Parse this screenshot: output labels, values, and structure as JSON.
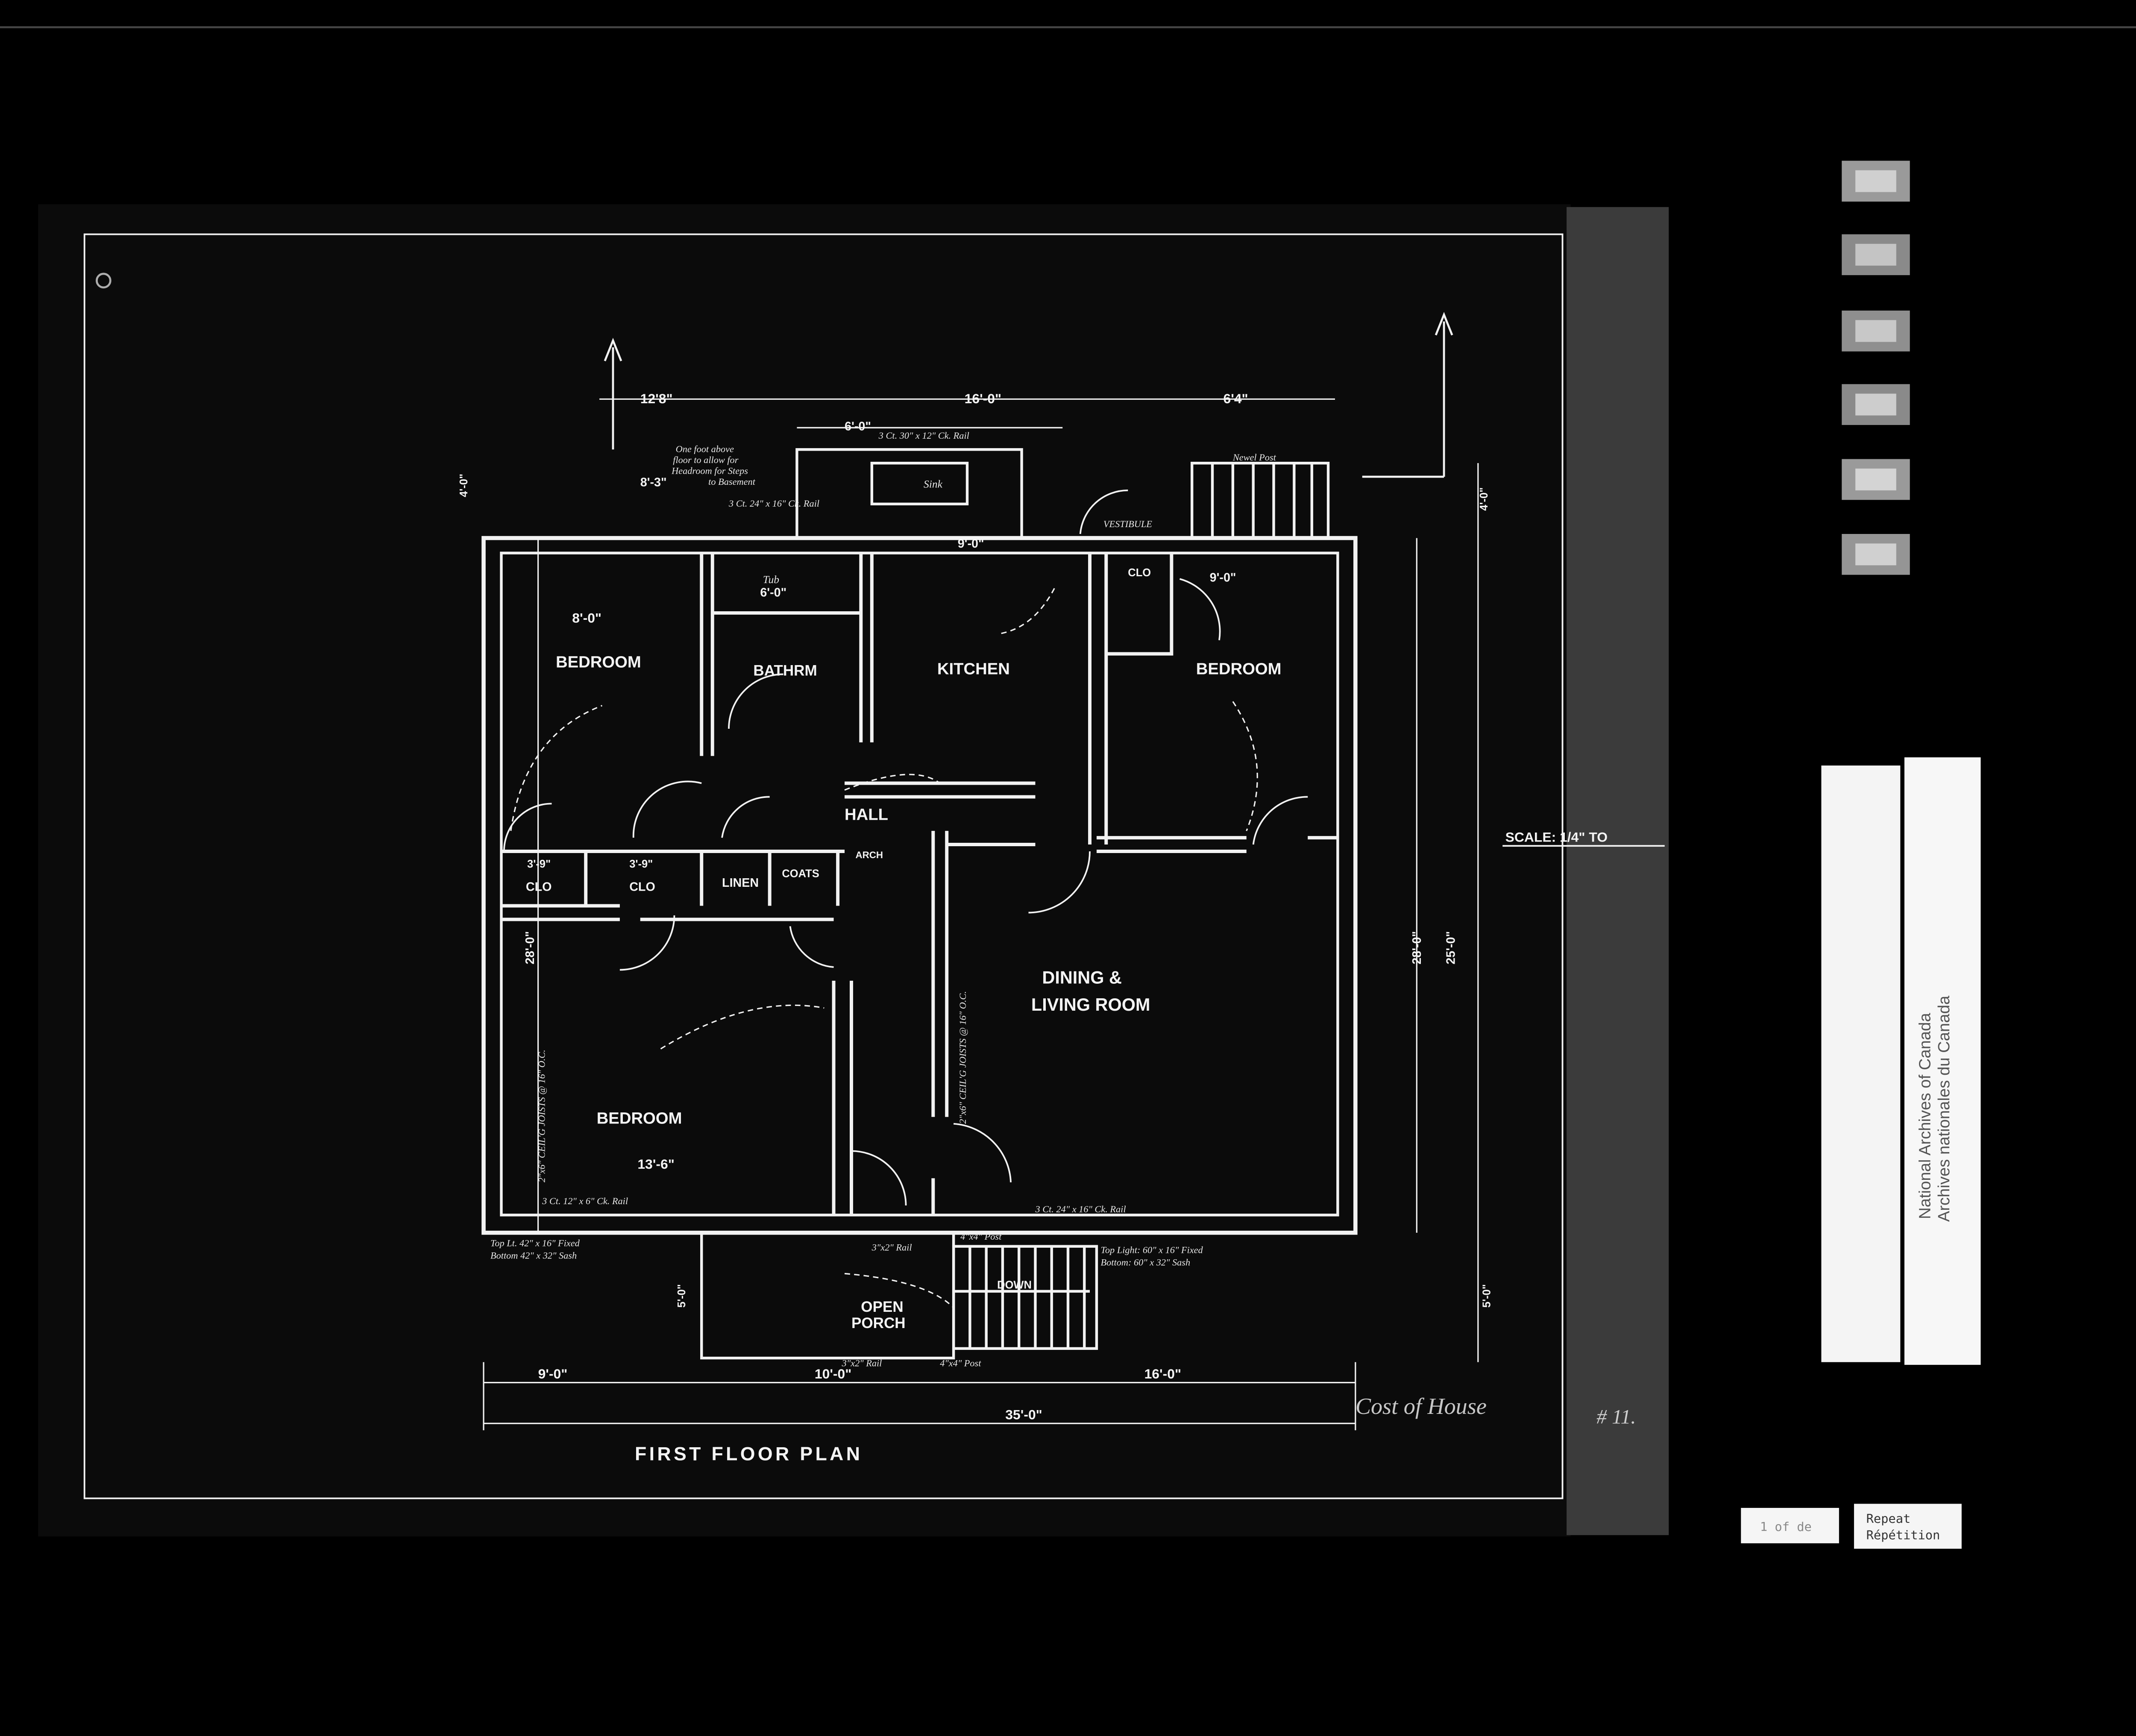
{
  "sheet": {
    "title": "FIRST FLOOR PLAN",
    "scale": "SCALE: 1/4\" TO",
    "signature": "Cost of House",
    "sheet_number": "# 11."
  },
  "rooms": {
    "bedroom_nw": "BEDROOM",
    "bathroom": "BATHRM",
    "kitchen": "KITCHEN",
    "bedroom_ne": "BEDROOM",
    "hall": "HALL",
    "clo_1": "CLO",
    "clo_2": "CLO",
    "linen": "LINEN",
    "coats": "COATS",
    "dining_1": "DINING &",
    "dining_2": "LIVING ROOM",
    "bedroom_sw": "BEDROOM",
    "porch_1": "OPEN",
    "porch_2": "PORCH",
    "down": "DOWN",
    "arch": "ARCH",
    "tub": "Tub",
    "sink": "Sink"
  },
  "dimensions": {
    "top_1": "12'8\"",
    "top_2": "16'-0\"",
    "top_3": "6'4\"",
    "top_4": "6'-0\"",
    "kitchen_w": "9'-0\"",
    "bedroom_nw_w": "8'-0\"",
    "bath_w": "6'-0\"",
    "bedroom_ne_w": "9'-0\"",
    "bedroom_sw_w": "13'-6\"",
    "clo_1": "3'-9\"",
    "clo_2": "3'-9\"",
    "bottom_1": "9'-0\"",
    "bottom_2": "10'-0\"",
    "bottom_3": "16'-0\"",
    "overall": "35'-0\"",
    "left_overall": "28'-0\"",
    "right_overall": "28'-0\"",
    "right_inner": "25'-0\"",
    "right_top": "4'-0\"",
    "right_bottom": "5'-0\"",
    "left_top": "4'-0\"",
    "porch_depth": "5'-0\"",
    "stair_height": "8'-3\""
  },
  "notes": {
    "stairs_note": [
      "One foot above",
      "floor to allow for",
      "Headroom for Steps",
      "to Basement"
    ],
    "window_top": "3 Ct. 30\" x 12\" Ck. Rail",
    "window_back": "3 Ct. 24\" x 16\" Ck. Rail",
    "newel": "Newel Post",
    "vestibule": "VESTIBULE",
    "sash_left": [
      "Top Lt. 42\" x 16\"  Fixed",
      "Bottom 42\" x 32\"  Sash"
    ],
    "sash_right": [
      "Top Light: 60\" x 16\"  Fixed",
      "Bottom: 60\" x 32\"  Sash"
    ],
    "rail_top": "3\"x2\" Rail",
    "rail_bottom": "3\"x2\" Rail",
    "post_top": "4\"x4\" Post",
    "post_bottom": "4\"x4\" Post",
    "joists_1": "2\"x6\" CEIL'G JOISTS @ 16\" O.C.",
    "joists_2": "2\"x6\" CEIL'G JOISTS @ 16\" O.C.",
    "dining_window": "3 Ct. 24\" x 16\" Ck. Rail",
    "bed_window": "3 Ct. 12\" x 6\" Ck. Rail"
  },
  "archive_label": {
    "line_1": "National Archives of Canada",
    "line_2": "Archives nationales du Canada"
  },
  "frame_tag": "1 of de",
  "repeat_tag": {
    "line_1": "Repeat",
    "line_2": "Répétition"
  }
}
